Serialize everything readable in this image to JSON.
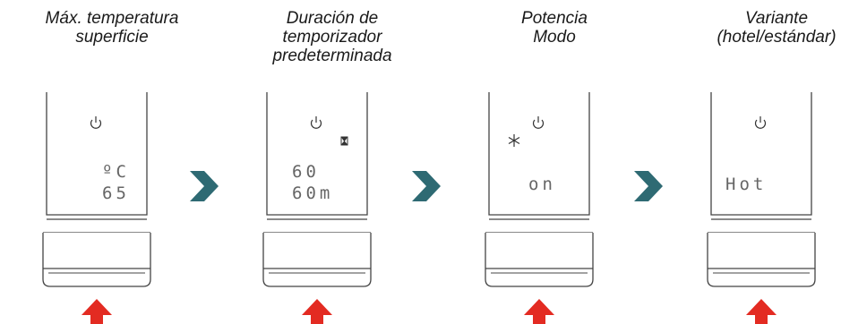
{
  "colors": {
    "chevron": "#2e6a73",
    "arrow": "#e32b22",
    "outline": "#444444",
    "dots": "#555555"
  },
  "panels": [
    {
      "caption": [
        "Máx. temperatura",
        "superficie"
      ],
      "display_lines": [
        "ºC",
        "65"
      ],
      "icons": [
        "power-icon",
        "temp-symbol"
      ]
    },
    {
      "caption": [
        "Duración de",
        "temporizador",
        "predeterminada"
      ],
      "display_lines": [
        "60",
        "60m"
      ],
      "icons": [
        "power-icon",
        "hourglass-icon"
      ]
    },
    {
      "caption": [
        "Potencia",
        "Modo"
      ],
      "display_lines": [
        "on"
      ],
      "icons": [
        "power-icon",
        "snowflake-icon"
      ]
    },
    {
      "caption": [
        "Variante",
        "(hotel/estándar)"
      ],
      "display_lines": [
        "Hot"
      ],
      "icons": [
        "power-icon"
      ]
    }
  ]
}
